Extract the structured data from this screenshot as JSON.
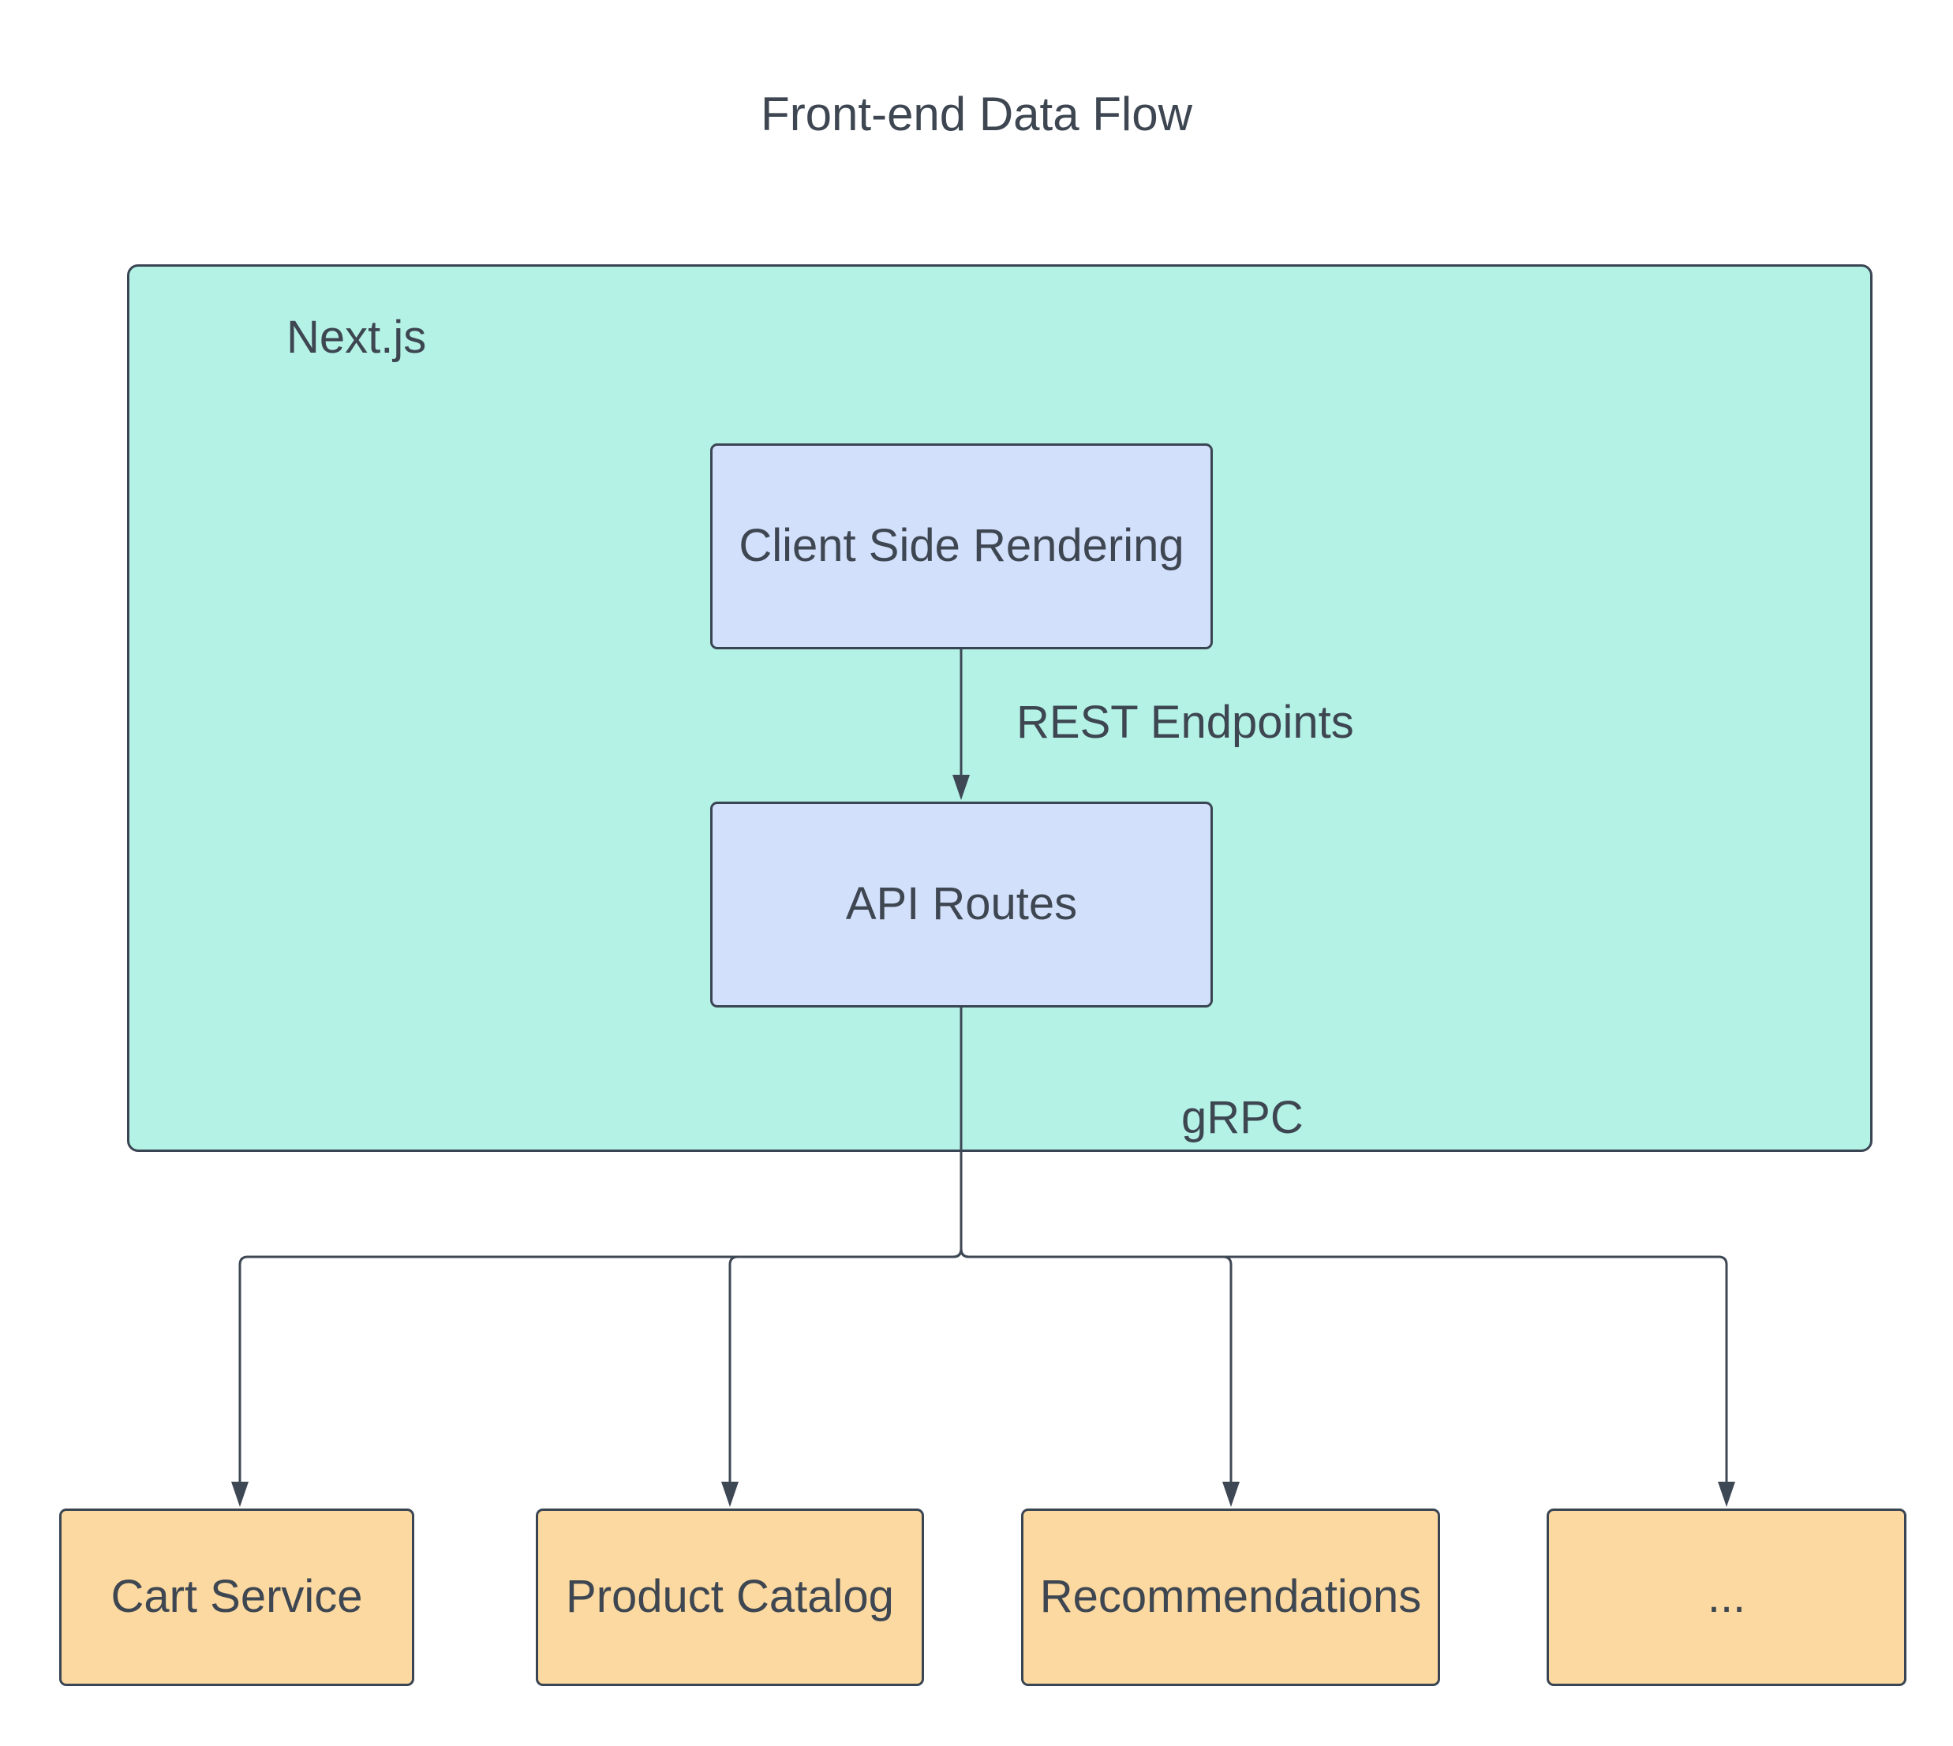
{
  "diagram": {
    "title": "Front-end Data Flow",
    "container": {
      "label": "Next.js"
    },
    "nodes": {
      "client_side_rendering": {
        "label": "Client Side Rendering"
      },
      "api_routes": {
        "label": "API Routes"
      },
      "cart_service": {
        "label": "Cart Service"
      },
      "product_catalog": {
        "label": "Product Catalog"
      },
      "recommendations": {
        "label": "Recommendations"
      },
      "more": {
        "label": "..."
      }
    },
    "edges": {
      "rest": {
        "label": "REST Endpoints"
      },
      "grpc": {
        "label": "gRPC"
      }
    },
    "colors": {
      "container_fill": "#b4f2e6",
      "node_blue_fill": "#d3e0fb",
      "node_orange_fill": "#fcd9a0",
      "stroke": "#3a4553",
      "line": "#3e4855",
      "text": "#3d4651",
      "background": "#ffffff"
    }
  }
}
